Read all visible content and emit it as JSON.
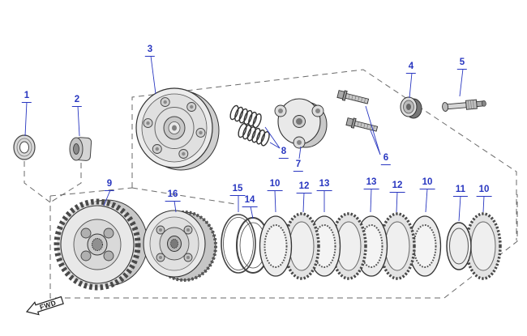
{
  "diagram": {
    "type": "exploded-parts-diagram",
    "subject": "clutch-assembly",
    "fwd_label": "FWD",
    "callout_color": "#2836c0",
    "callouts": {
      "c1": {
        "label": "1"
      },
      "c2": {
        "label": "2"
      },
      "c3": {
        "label": "3"
      },
      "c4": {
        "label": "4"
      },
      "c5": {
        "label": "5"
      },
      "c6": {
        "label": "6"
      },
      "c7": {
        "label": "7"
      },
      "c8": {
        "label": "8"
      },
      "c9": {
        "label": "9"
      },
      "c10a": {
        "label": "10"
      },
      "c10b": {
        "label": "10"
      },
      "c10c": {
        "label": "10"
      },
      "c11": {
        "label": "11"
      },
      "c12a": {
        "label": "12"
      },
      "c12b": {
        "label": "12"
      },
      "c13a": {
        "label": "13"
      },
      "c13b": {
        "label": "13"
      },
      "c14": {
        "label": "14"
      },
      "c15": {
        "label": "15"
      },
      "c16": {
        "label": "16"
      }
    }
  }
}
